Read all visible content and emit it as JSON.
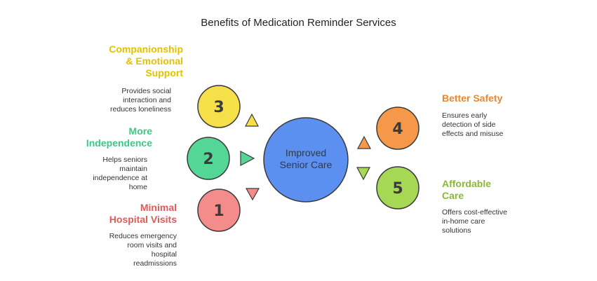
{
  "title": "Benefits of Medication Reminder Services",
  "center": {
    "line1": "Improved",
    "line2": "Senior Care"
  },
  "colors": {
    "companionship": "#e2c200",
    "independence": "#3fc784",
    "hospital": "#e05a5a",
    "safety": "#e88833",
    "affordable": "#8ab83a",
    "center": "#5b8ff0"
  },
  "items": [
    {
      "number": "1",
      "heading": [
        "Minimal",
        "Hospital Visits"
      ],
      "desc": [
        "Reduces emergency",
        "room visits and",
        "hospital",
        "readmissions"
      ]
    },
    {
      "number": "2",
      "heading": [
        "More",
        "Independence"
      ],
      "desc": [
        "Helps seniors",
        "maintain",
        "independence at",
        "home"
      ]
    },
    {
      "number": "3",
      "heading": [
        "Companionship",
        "& Emotional",
        "Support"
      ],
      "desc": [
        "Provides social",
        "interaction and",
        "reduces loneliness"
      ]
    },
    {
      "number": "4",
      "heading": [
        "Better Safety"
      ],
      "desc": [
        "Ensures early",
        "detection of side",
        "effects and misuse"
      ]
    },
    {
      "number": "5",
      "heading": [
        "Affordable",
        "Care"
      ],
      "desc": [
        "Offers cost-effective",
        "in-home care",
        "solutions"
      ]
    }
  ]
}
